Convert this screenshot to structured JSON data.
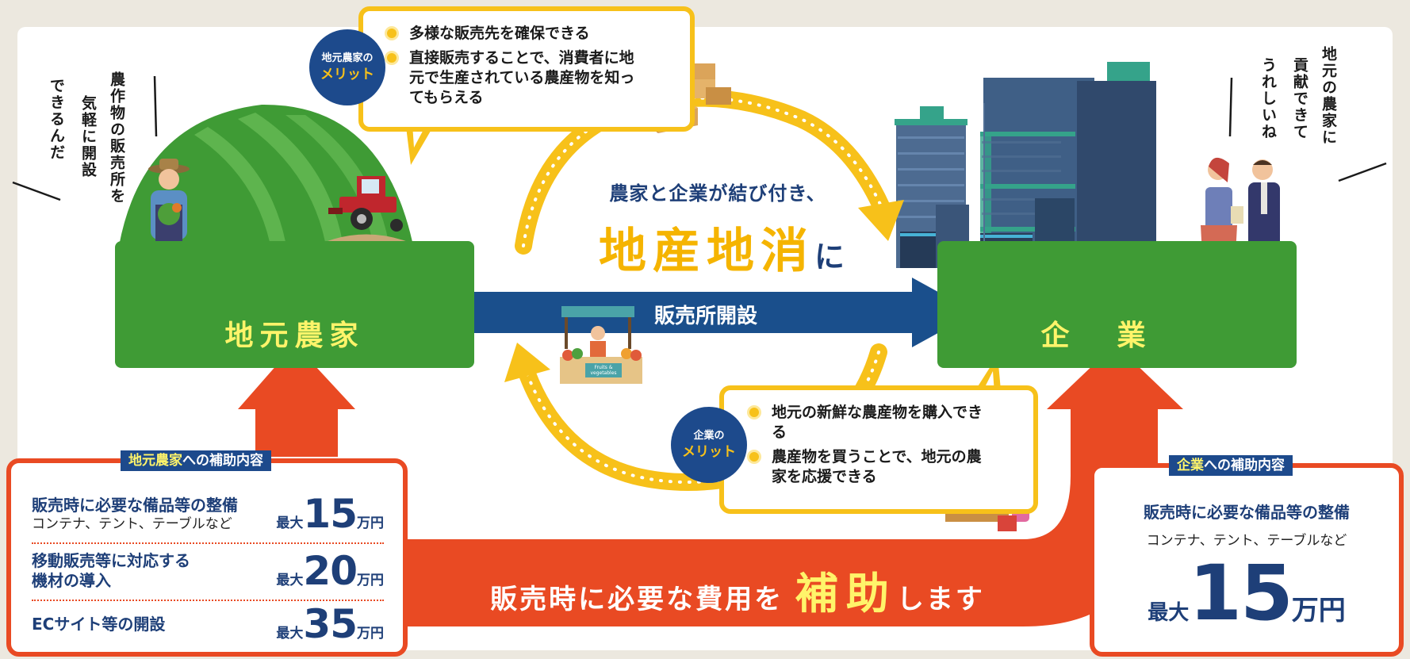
{
  "speech": {
    "farmer_lines": [
      "農作物の販売所を",
      "気軽に開設",
      "できるんだ"
    ],
    "company_lines": [
      "地元の農家に",
      "貢献できて",
      "うれしいね"
    ]
  },
  "fields": {
    "farmer": "地元農家",
    "company": "企業"
  },
  "farmer_merit": {
    "badge_small": "地元農家の",
    "badge_big": "メリット",
    "items": [
      "多様な販売先を確保できる",
      "直接販売することで、消費者に地元で生産されている農産物を知ってもらえる"
    ]
  },
  "company_merit": {
    "badge_small": "企業の",
    "badge_big": "メリット",
    "items": [
      "地元の新鮮な農産物を購入できる",
      "農産物を買うことで、地元の農家を応援できる"
    ]
  },
  "center": {
    "sub": "農家と企業が結び付き、",
    "main": "地産地消",
    "main_suffix": "に",
    "arrow_label": "販売所開設"
  },
  "banner": {
    "prefix": "販売時に必要な費用を",
    "emphasis": "補助",
    "suffix": "します"
  },
  "farmer_subsidy": {
    "title_highlight": "地元農家",
    "title_rest": "への補助内容",
    "rows": [
      {
        "label": "販売時に必要な備品等の整備",
        "note": "コンテナ、テント、テーブルなど",
        "prefix": "最大",
        "amount": "15",
        "unit": "万円"
      },
      {
        "label": "移動販売等に対応する\n機材の導入",
        "note": "",
        "prefix": "最大",
        "amount": "20",
        "unit": "万円"
      },
      {
        "label": "ECサイト等の開設",
        "note": "",
        "prefix": "最大",
        "amount": "35",
        "unit": "万円"
      }
    ]
  },
  "company_subsidy": {
    "title_highlight": "企業",
    "title_rest": "への補助内容",
    "label": "販売時に必要な備品等の整備",
    "note": "コンテナ、テント、テーブルなど",
    "prefix": "最大",
    "amount": "15",
    "unit": "万円"
  },
  "stall_sign": "Fruits & vegetables",
  "colors": {
    "green": "#3f9b35",
    "yellow": "#f7c11a",
    "navy": "#1d4a8c",
    "orange_red": "#e94a23",
    "text_yellow": "#fff46a"
  }
}
